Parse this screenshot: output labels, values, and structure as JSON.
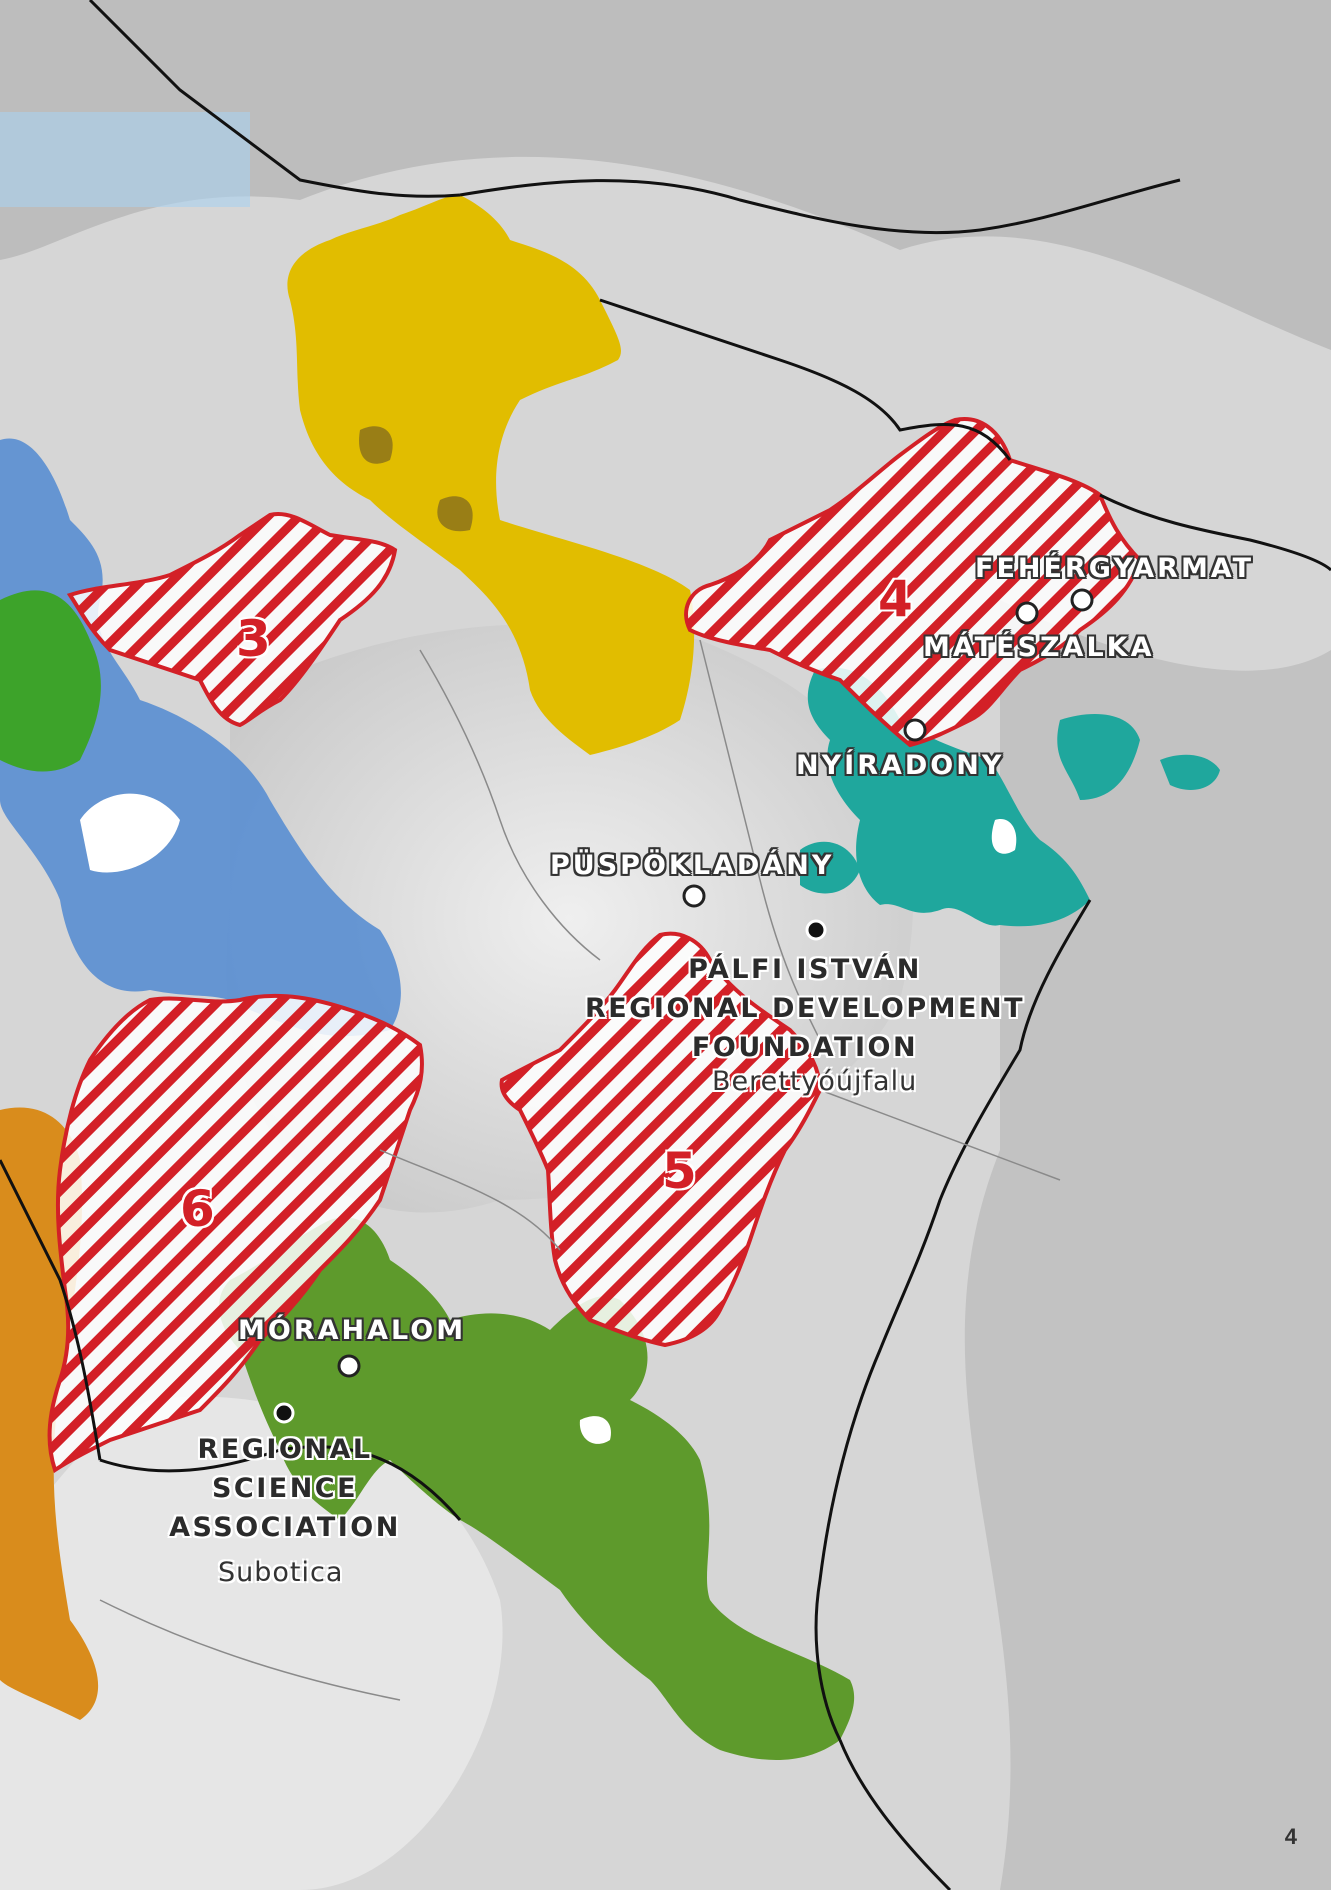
{
  "colors": {
    "background": "#d9d9d9",
    "hatch_red": "#d32027",
    "yellow": "#e1bd00",
    "teal": "#1fa79d",
    "green": "#5e9a2c",
    "bright_green": "#3da32a",
    "blue": "#5b8fd1",
    "orange": "#d98c1c",
    "border": "#111111"
  },
  "regions": [
    {
      "number": "3",
      "style": "hatched"
    },
    {
      "number": "4",
      "style": "hatched"
    },
    {
      "number": "5",
      "style": "hatched"
    },
    {
      "number": "6",
      "style": "hatched"
    }
  ],
  "towns": {
    "fehergyarmat": "FEHÉRGYARMAT",
    "mateszalka": "MÁTÉSZALKA",
    "nyiradony": "NYÍRADONY",
    "puspokladany": "PÜSPÖKLADÁNY",
    "morahalom": "MÓRAHALOM"
  },
  "organizations": {
    "palfi": {
      "lines": [
        "PÁLFI ISTVÁN",
        "REGIONAL DEVELOPMENT",
        "FOUNDATION"
      ],
      "city": "Berettyóújfalu"
    },
    "rsa": {
      "lines": [
        "REGIONAL",
        "SCIENCE",
        "ASSOCIATION"
      ],
      "city": "Subotica"
    }
  },
  "page_number": "4"
}
